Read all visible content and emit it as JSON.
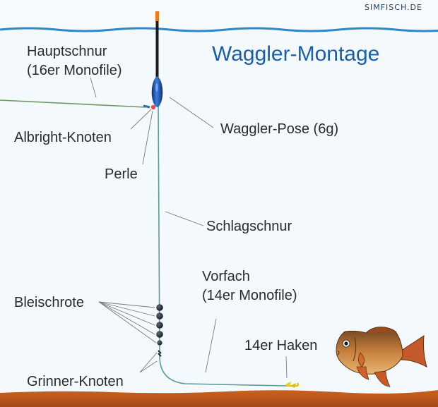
{
  "site": "SIMFISCH.DE",
  "title": "Waggler-Montage",
  "labels": {
    "hauptschnur": "Hauptschnur",
    "hauptschnur_sub": "(16er Monofile)",
    "albright": "Albright-Knoten",
    "perle": "Perle",
    "waggler_pose": "Waggler-Pose (6g)",
    "schlagschnur": "Schlagschnur",
    "vorfach": "Vorfach",
    "vorfach_sub": "(14er Monofile)",
    "bleischrote": "Bleischrote",
    "haken": "14er Haken",
    "grinner": "Grinner-Knoten"
  },
  "colors": {
    "water": "#f4f9fd",
    "water_surface": "#2f87c4",
    "lake_bottom": "#c05a1f",
    "title": "#1b5fae",
    "float_body": "#1f57b8",
    "float_tip": "#f07818",
    "line": "#5e9a9a",
    "shot": "#1e2633",
    "hook": "#e8d21a"
  }
}
